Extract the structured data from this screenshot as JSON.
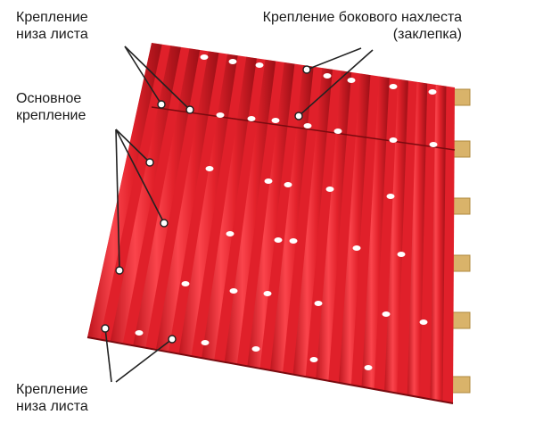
{
  "labels": {
    "bottom_fastening_top": [
      "Крепление",
      "низа листа"
    ],
    "side_overlap": [
      "Крепление бокового нахлеста",
      "(заклепка)"
    ],
    "main_fastening": [
      "Основное",
      "крепление"
    ],
    "bottom_fastening_bottom": [
      "Крепление",
      "низа листа"
    ]
  },
  "colors": {
    "sheet": "#e0202a",
    "sheet_dark": "#a30f17",
    "sheet_light": "#ff5a5f",
    "rivet": "#ffffff",
    "batten": "#d9b36a",
    "callout_line": "#222222",
    "text": "#1a1a1a"
  }
}
